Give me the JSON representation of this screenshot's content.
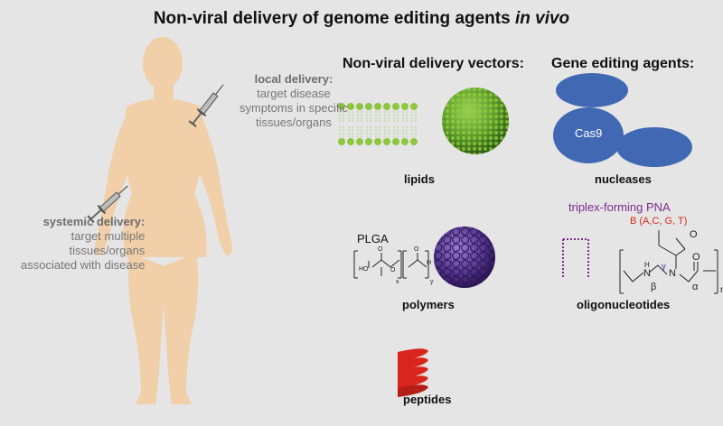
{
  "title": {
    "main": "Non-viral delivery of genome editing agents",
    "italic": "in vivo"
  },
  "headers": {
    "vectors": "Non-viral delivery vectors:",
    "agents": "Gene editing agents:"
  },
  "local": {
    "heading": "local delivery:",
    "lines": [
      "target disease",
      "symptoms in specific",
      "tissues/organs"
    ]
  },
  "systemic": {
    "heading": "systemic delivery:",
    "lines": [
      "target multiple",
      "tissues/organs",
      "associated with disease"
    ]
  },
  "vectors": {
    "lipids": "lipids",
    "polymers": "polymers",
    "peptides": "peptides",
    "plga": "PLGA"
  },
  "agents": {
    "nucleases": "nucleases",
    "cas9": "Cas9",
    "oligonucleotides": "oligonucleotides",
    "triplex": "triplex-forming PNA",
    "bases": "B (A,C, G, T)"
  },
  "colors": {
    "body": "#f1cfa8",
    "lipid": "#8ec63f",
    "polymer": "#5e3a96",
    "cas9": "#4169b3",
    "peptide": "#d8261d",
    "pna": "#7b2d8e",
    "base": "#d9261c"
  }
}
